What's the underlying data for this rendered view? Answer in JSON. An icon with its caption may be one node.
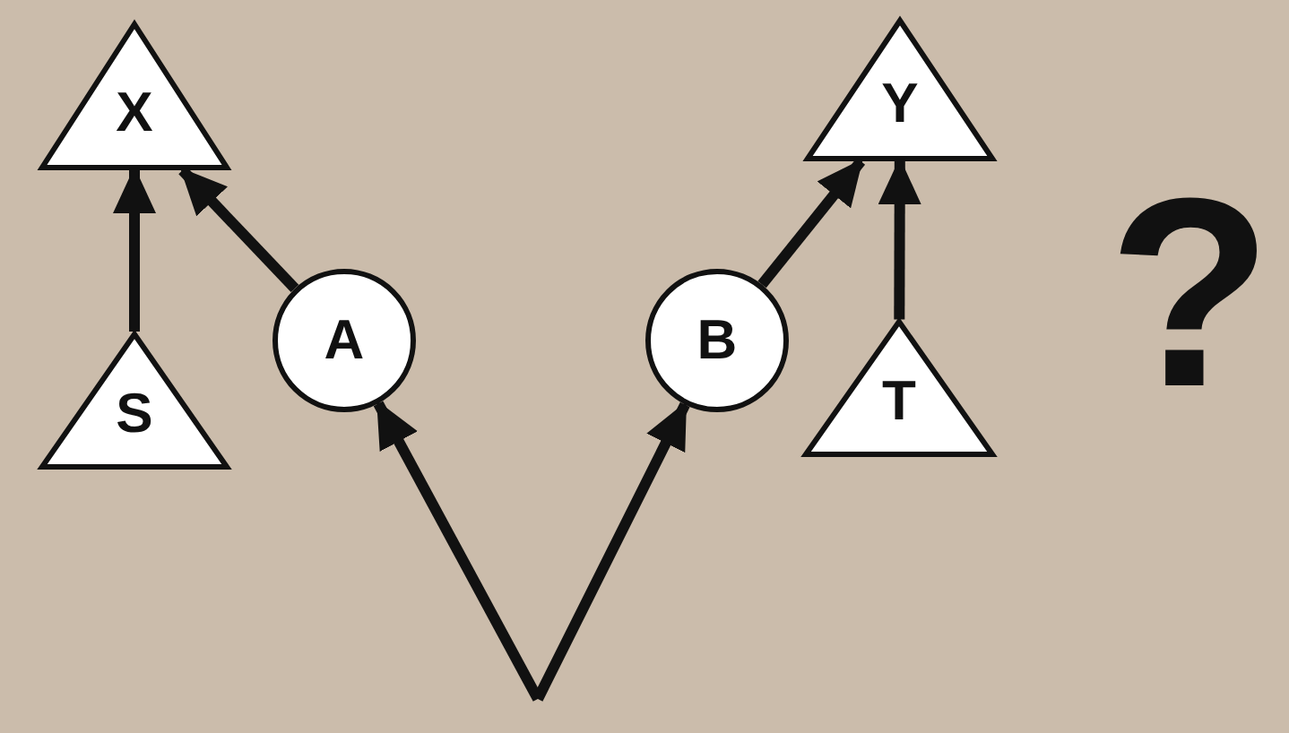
{
  "diagram": {
    "nodes": [
      {
        "text": [
          "X"
        ]
      },
      {
        "text": [
          "S"
        ]
      },
      {
        "text": [
          "A"
        ]
      },
      {
        "text": [
          "B"
        ]
      },
      {
        "text": [
          "Y"
        ]
      },
      {
        "text": [
          "T"
        ]
      }
    ],
    "edges": [
      {
        "from": 1,
        "to": 0,
        "arrow": "to"
      },
      {
        "from": 2,
        "to": 0,
        "arrow": "to"
      },
      {
        "from": 3,
        "to": 4,
        "arrow": "to"
      },
      {
        "from": 5,
        "to": 4,
        "arrow": "to"
      },
      {
        "from": null,
        "to": 2,
        "arrow": "to"
      },
      {
        "from": null,
        "to": 3,
        "arrow": "to"
      }
    ],
    "labels": [
      "?"
    ]
  }
}
